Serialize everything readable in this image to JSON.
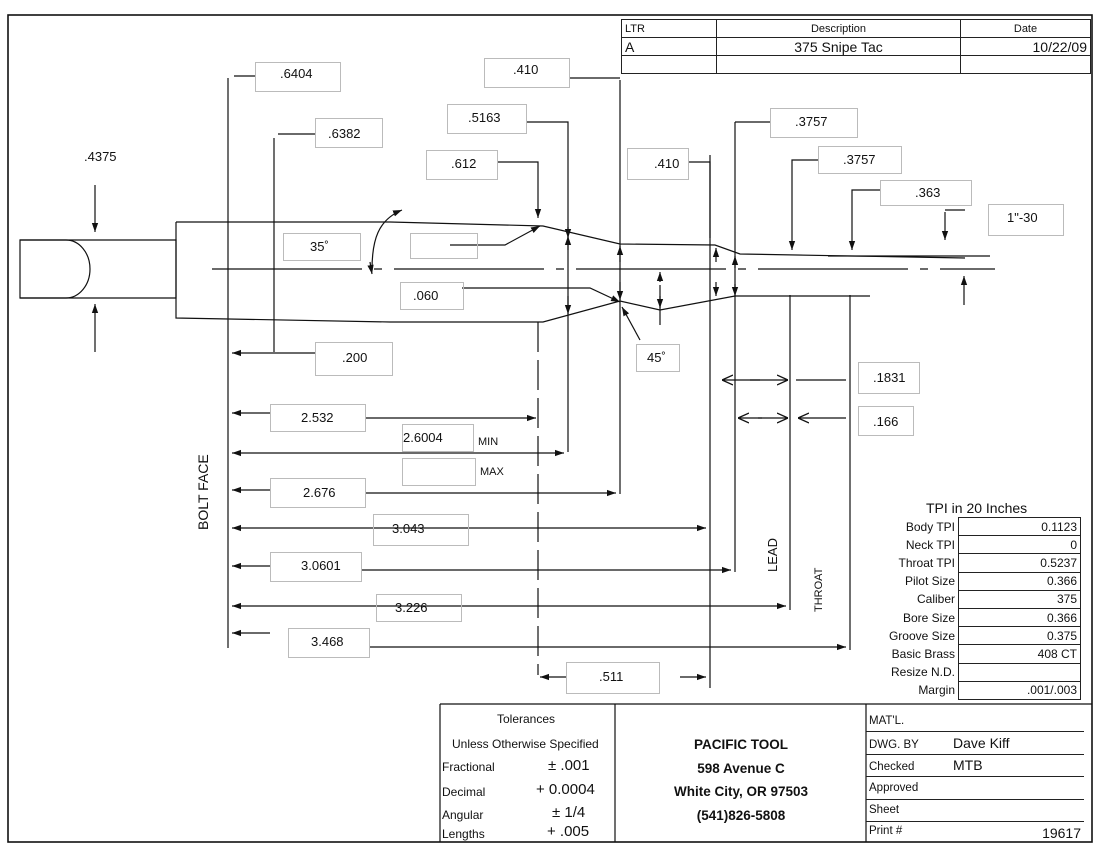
{
  "revision_block": {
    "headers": {
      "ltr": "LTR",
      "description": "Description",
      "date": "Date"
    },
    "rows": [
      {
        "ltr": "A",
        "description": "375 Snipe Tac",
        "date": "10/22/09"
      },
      {
        "ltr": "",
        "description": "",
        "date": ""
      }
    ]
  },
  "dimensions": {
    "d0437": ".4375",
    "d6404": ".6404",
    "d410a": ".410",
    "d6382": ".6382",
    "d5163": ".5163",
    "d612": ".612",
    "d410b": ".410",
    "d3757a": ".3757",
    "d3757b": ".3757",
    "d363": ".363",
    "thread": "1\"-30",
    "angle35": "35˚",
    "d060": ".060",
    "angle45": "45˚",
    "d200": ".200",
    "d1831": ".1831",
    "d166": ".166",
    "d2532": "2.532",
    "d26004": "2.6004",
    "min": "MIN",
    "max": "MAX",
    "d2676": "2.676",
    "d3043": "3.043",
    "d30601": "3.0601",
    "d3226": "3.226",
    "d3468": "3.468",
    "d511": ".511"
  },
  "labels": {
    "bolt_face": "BOLT FACE",
    "lead": "LEAD",
    "throat": "THROAT"
  },
  "tpi_table": {
    "title": "TPI in 20 Inches",
    "rows": [
      {
        "label": "Body TPI",
        "value": "0.1123"
      },
      {
        "label": "Neck TPI",
        "value": "0"
      },
      {
        "label": "Throat TPI",
        "value": "0.5237"
      },
      {
        "label": "Pilot Size",
        "value": "0.366"
      },
      {
        "label": "Caliber",
        "value": "375"
      },
      {
        "label": "Bore Size",
        "value": "0.366"
      },
      {
        "label": "Groove Size",
        "value": "0.375"
      },
      {
        "label": "Basic Brass",
        "value": "408 CT"
      },
      {
        "label": "Resize N.D.",
        "value": ""
      },
      {
        "label": "Margin",
        "value": ".001/.003"
      }
    ]
  },
  "tolerances": {
    "title": "Tolerances",
    "subtitle": "Unless Otherwise Specified",
    "rows": [
      {
        "label": "Fractional",
        "value": "± .001"
      },
      {
        "label": "Decimal",
        "value": "+ 0.0004"
      },
      {
        "label": "Angular",
        "value": "± 1/4"
      },
      {
        "label": "Lengths",
        "value": "+ .005"
      }
    ]
  },
  "company": {
    "name": "PACIFIC TOOL",
    "address": "598 Avenue C",
    "city": "White City, OR 97503",
    "phone": "(541)826-5808"
  },
  "title_block": {
    "material_label": "MAT'L.",
    "material_value": "",
    "drawn_by_label": "DWG. BY",
    "drawn_by_value": "Dave Kiff",
    "checked_label": "Checked",
    "checked_value": "MTB",
    "approved_label": "Approved",
    "approved_value": "",
    "sheet_label": "Sheet",
    "sheet_value": "",
    "print_label": "Print #",
    "print_value": "19617"
  }
}
